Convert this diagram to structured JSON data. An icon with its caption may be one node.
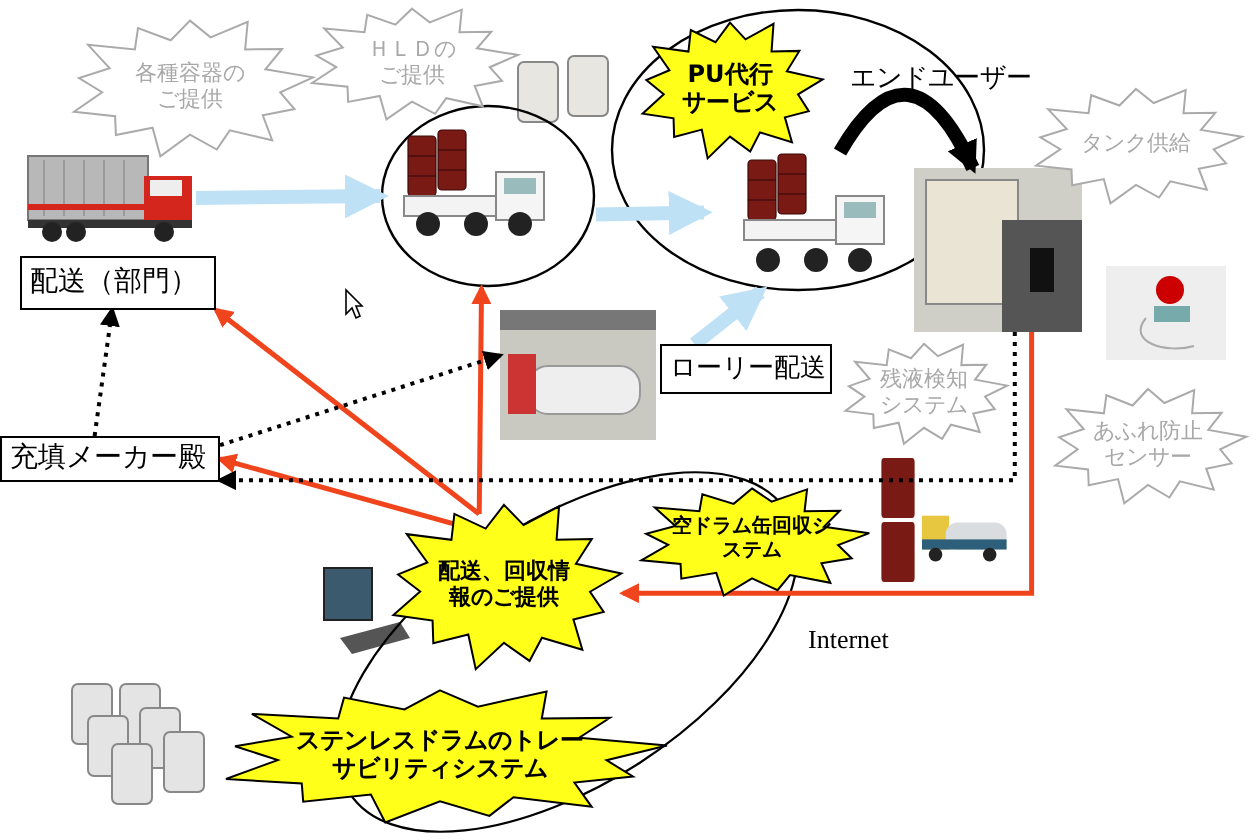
{
  "diagram": {
    "nodes": [
      {
        "text": [
          "各種容器のご提供"
        ]
      },
      {
        "text": [
          "ＨＬＤのご提供"
        ]
      },
      {
        "text": [],
        "shape": "ellipse"
      },
      {
        "text": [],
        "shape": "picture",
        "in": 2
      },
      {
        "text": [],
        "shape": "ellipse"
      },
      {
        "text": [
          "PU代行サービス"
        ],
        "in": 4
      },
      {
        "text": [],
        "shape": "picture",
        "in": 4
      },
      {
        "text": [
          "タンク供給"
        ]
      },
      {
        "text": [],
        "shape": "picture"
      },
      {
        "text": [
          "配送（部門）"
        ]
      },
      {
        "text": [],
        "shape": "picture"
      },
      {
        "text": [
          "ローリー配送"
        ]
      },
      {
        "text": [],
        "shape": "picture"
      },
      {
        "text": [
          "残液検知システム"
        ]
      },
      {
        "text": [
          "あふれ防止センサー"
        ]
      },
      {
        "text": [
          "充填メーカー殿"
        ]
      },
      {
        "text": [
          "空ドラム缶回収システム"
        ]
      },
      {
        "text": [
          "配送、回収情報のご提供"
        ]
      },
      {
        "text": [
          "ステンレスドラムのトレーサビリティシステム"
        ]
      }
    ],
    "edges": [
      {
        "from": 8,
        "to": 2,
        "arrow": "to",
        "style": "thick",
        "color": "#bfe1f6"
      },
      {
        "from": 2,
        "to": 4,
        "arrow": "to",
        "style": "thick",
        "color": "#bfe1f6"
      },
      {
        "from": 11,
        "to": 4,
        "arrow": "to",
        "style": "thick",
        "color": "#bfe1f6"
      },
      {
        "from": 6,
        "to": 10,
        "arrow": "to",
        "style": "thick",
        "color": "#000000"
      },
      {
        "from": 17,
        "to": 9,
        "arrow": "to",
        "color": "#f0441c"
      },
      {
        "from": 17,
        "to": 2,
        "arrow": "to",
        "color": "#f0441c"
      },
      {
        "from": 17,
        "to": 15,
        "arrow": "to",
        "color": "#f0441c"
      },
      {
        "from": 10,
        "to": 17,
        "arrow": "to",
        "color": "#f0441c"
      },
      {
        "from": 15,
        "to": 9,
        "arrow": "to",
        "style": "dashed",
        "color": "#000000"
      },
      {
        "from": 15,
        "to": 12,
        "arrow": "to",
        "style": "dashed",
        "color": "#000000"
      },
      {
        "from": 10,
        "to": 15,
        "arrow": "to",
        "style": "dashed",
        "color": "#000000"
      }
    ],
    "labels": [
      "エンドユーザー",
      "Internet"
    ]
  }
}
